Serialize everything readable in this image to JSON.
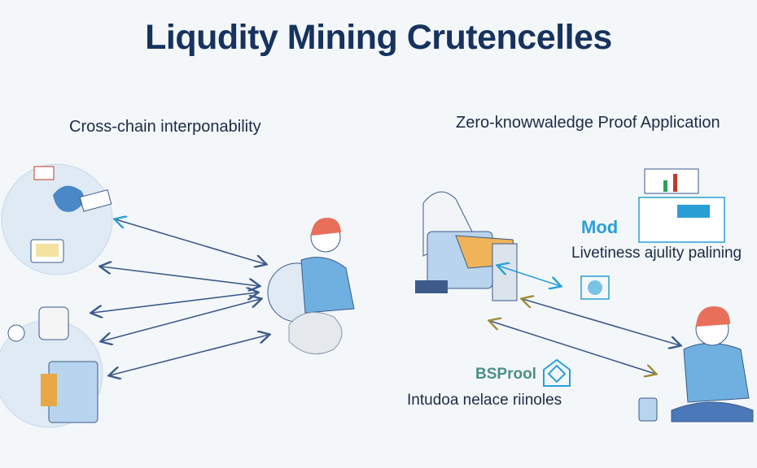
{
  "title": "Liqudity Mining Crutencelles",
  "left_section": {
    "heading": "Cross-chain interponability"
  },
  "right_section": {
    "heading": "Zero-knowwaledge Proof Application",
    "label_mod": "Mod",
    "label_liveness": "Livetiness ajulity palining",
    "label_bsproof": "BSProol",
    "label_intro": "Intudoa nelace riinoles"
  },
  "colors": {
    "title": "#17325e",
    "arrow": "#3d5a8a",
    "accent": "#2a9fd6",
    "gold": "#a08a3a",
    "shirt": "#6fb0e0",
    "hair": "#e8705a"
  }
}
